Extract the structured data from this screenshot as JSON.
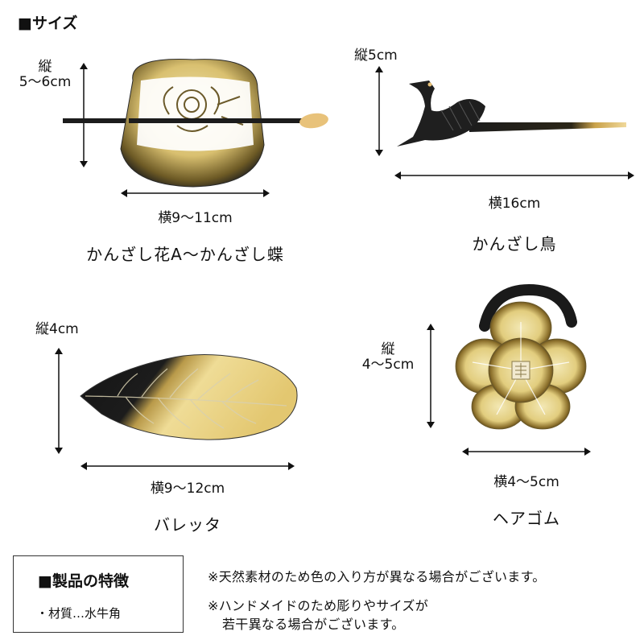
{
  "title": "■サイズ",
  "items": [
    {
      "height": "縦\n5～6cm",
      "width": "横9～11cm",
      "name": "かんざし花A～かんざし蝶"
    },
    {
      "height": "縦5cm",
      "width": "横16cm",
      "name": "かんざし鳥"
    },
    {
      "height": "縦4cm",
      "width": "横9～12cm",
      "name": "バレッタ"
    },
    {
      "height": "縦\n4～5cm",
      "width": "横4～5cm",
      "name": "ヘアゴム"
    }
  ],
  "features": {
    "heading": "■製品の特徴",
    "material": "・材質…水牛角"
  },
  "notes": [
    "※天然素材のため色の入り方が異なる場合がございます。",
    "※ハンドメイドのため彫りやサイズが",
    "若干異なる場合がございます。"
  ],
  "colors": {
    "horn_light": "#e8d48e",
    "horn_dark": "#1c1c1c",
    "arrow": "#111111"
  }
}
